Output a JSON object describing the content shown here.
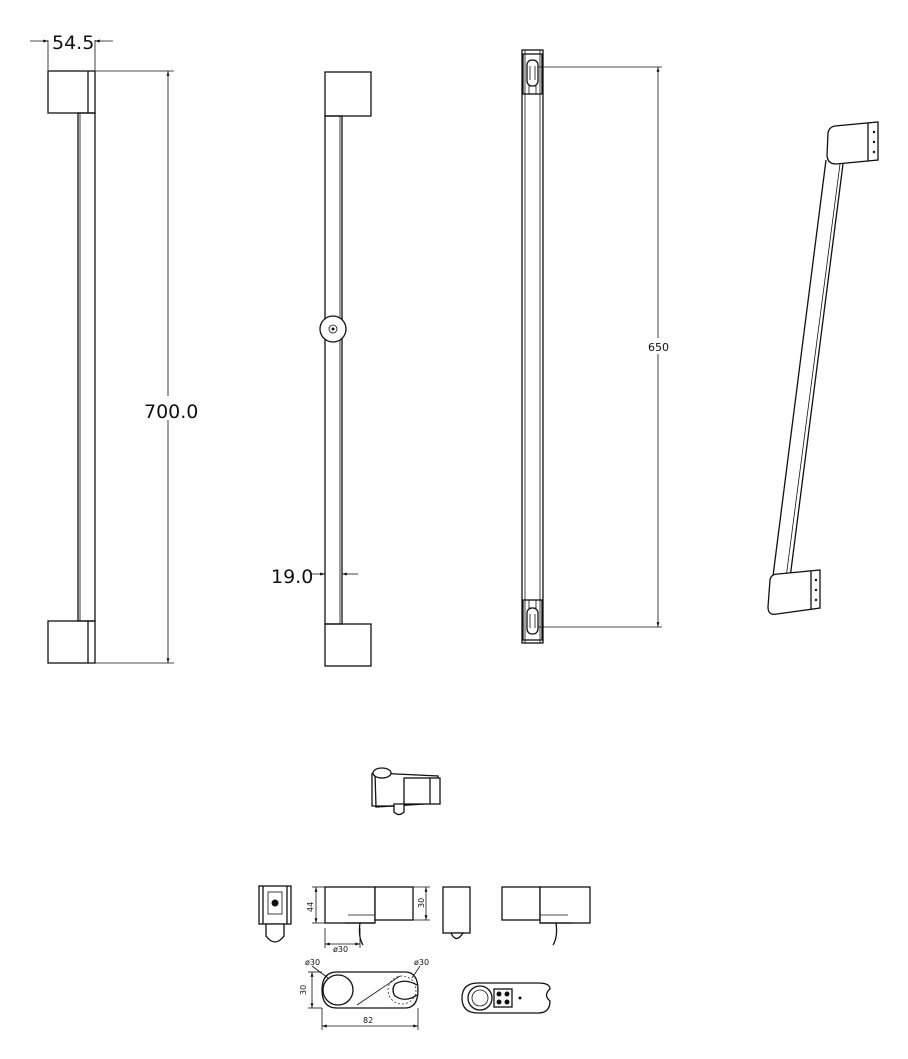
{
  "labels": {
    "width_top": "54.5",
    "total_height": "700.0",
    "rail_diameter": "19.0",
    "fixing_centres": "650",
    "holder_height": "44",
    "holder_width_side": "30",
    "holder_bore_a": "ø30",
    "holder_bore_b": "ø30",
    "holder_bore_c": "ø30",
    "holder_depth_left": "30",
    "holder_length": "82"
  }
}
